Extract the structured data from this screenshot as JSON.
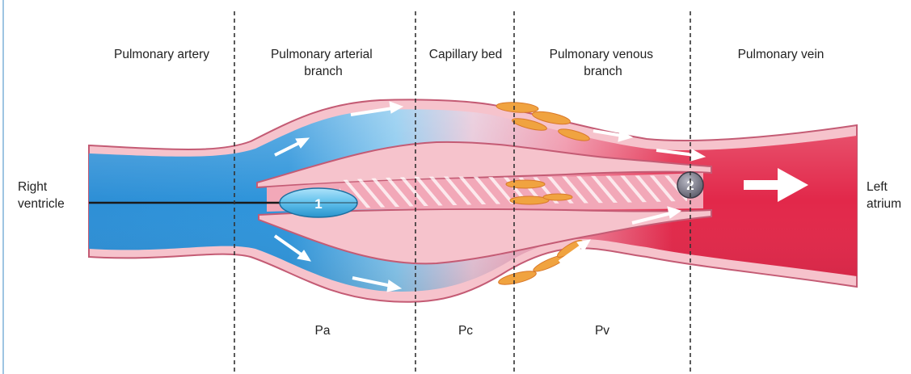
{
  "regions": [
    {
      "id": "pulmonary-artery",
      "lines": [
        "Pulmonary artery"
      ]
    },
    {
      "id": "pulmonary-arterial-branch",
      "lines": [
        "Pulmonary arterial",
        "branch"
      ]
    },
    {
      "id": "capillary-bed",
      "lines": [
        "Capillary bed"
      ]
    },
    {
      "id": "pulmonary-venous-branch",
      "lines": [
        "Pulmonary venous",
        "branch"
      ]
    },
    {
      "id": "pulmonary-vein",
      "lines": [
        "Pulmonary vein"
      ]
    }
  ],
  "ends": {
    "left": [
      "Right",
      "ventricle"
    ],
    "right": [
      "Left",
      "atrium"
    ]
  },
  "pressures": [
    "Pa",
    "Pc",
    "Pv"
  ],
  "markers": [
    "1",
    "2"
  ],
  "colors": {
    "venous_blue": "#2d8fd6",
    "light_blue": "#9fd4f2",
    "arterial_red": "#e2284a",
    "wall_pink": "#f6c3cc",
    "wall_line": "#c45b74",
    "capillary_pink": "#f2a8b8",
    "orange_cells": "#f0a340",
    "arrow_white": "#ffffff",
    "divider": "#333333"
  }
}
